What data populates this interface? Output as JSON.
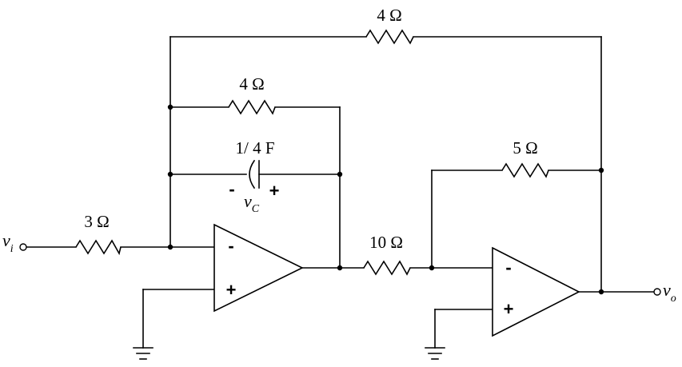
{
  "components": {
    "r_outer_feedback": "4 Ω",
    "r_inner_feedback": "4 Ω",
    "capacitor": "1/ 4 F",
    "r_input": "3 Ω",
    "r_middle": "10 Ω",
    "r_second_feedback": "5 Ω"
  },
  "signals": {
    "input": {
      "main": "v",
      "sub": "i"
    },
    "output": {
      "main": "v",
      "sub": "o"
    },
    "cap_voltage": {
      "main": "v",
      "sub": "C"
    }
  },
  "polarity": {
    "cap_left": "-",
    "cap_right": "+",
    "opamp1_inverting": "-",
    "opamp1_noninverting": "+",
    "opamp2_inverting": "-",
    "opamp2_noninverting": "+"
  }
}
